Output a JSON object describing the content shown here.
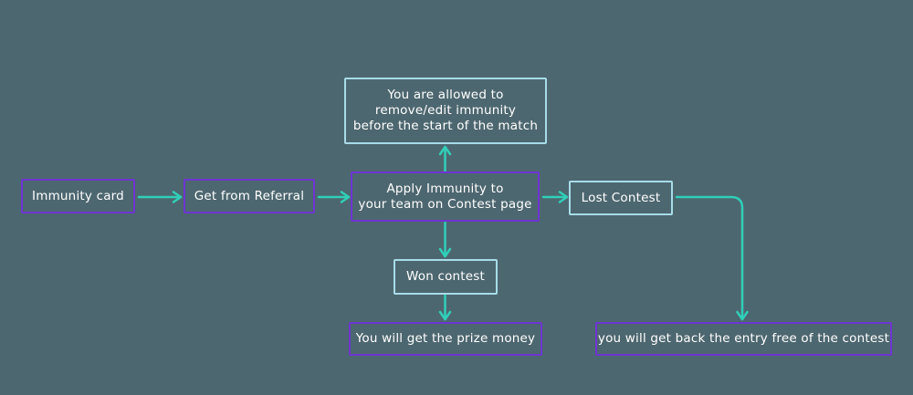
{
  "diagram": {
    "type": "flowchart",
    "colors": {
      "background": "#4D6770",
      "purple_border": "#6E35D2",
      "cyan_border": "#A7DCE8",
      "arrow": "#30CFB8",
      "text": "#FFFFFF"
    },
    "nodes": {
      "immunity_card": {
        "label": "Immunity card",
        "border": "purple"
      },
      "get_from_referral": {
        "label": "Get from Referral",
        "border": "purple"
      },
      "top_note": {
        "label": "You are allowed to\nremove/edit immunity\nbefore the start of the match",
        "border": "cyan"
      },
      "apply_immunity": {
        "label": "Apply Immunity to\nyour team on Contest page",
        "border": "purple"
      },
      "lost_contest": {
        "label": "Lost Contest",
        "border": "cyan"
      },
      "won_contest": {
        "label": "Won contest",
        "border": "cyan"
      },
      "prize_money": {
        "label": "You will get the prize money",
        "border": "purple"
      },
      "entry_refund": {
        "label": "you will get back the entry free of the contest",
        "border": "purple"
      }
    },
    "edges": [
      {
        "from": "immunity_card",
        "to": "get_from_referral"
      },
      {
        "from": "get_from_referral",
        "to": "apply_immunity"
      },
      {
        "from": "apply_immunity",
        "to": "top_note"
      },
      {
        "from": "apply_immunity",
        "to": "lost_contest"
      },
      {
        "from": "apply_immunity",
        "to": "won_contest"
      },
      {
        "from": "won_contest",
        "to": "prize_money"
      },
      {
        "from": "lost_contest",
        "to": "entry_refund"
      }
    ]
  }
}
